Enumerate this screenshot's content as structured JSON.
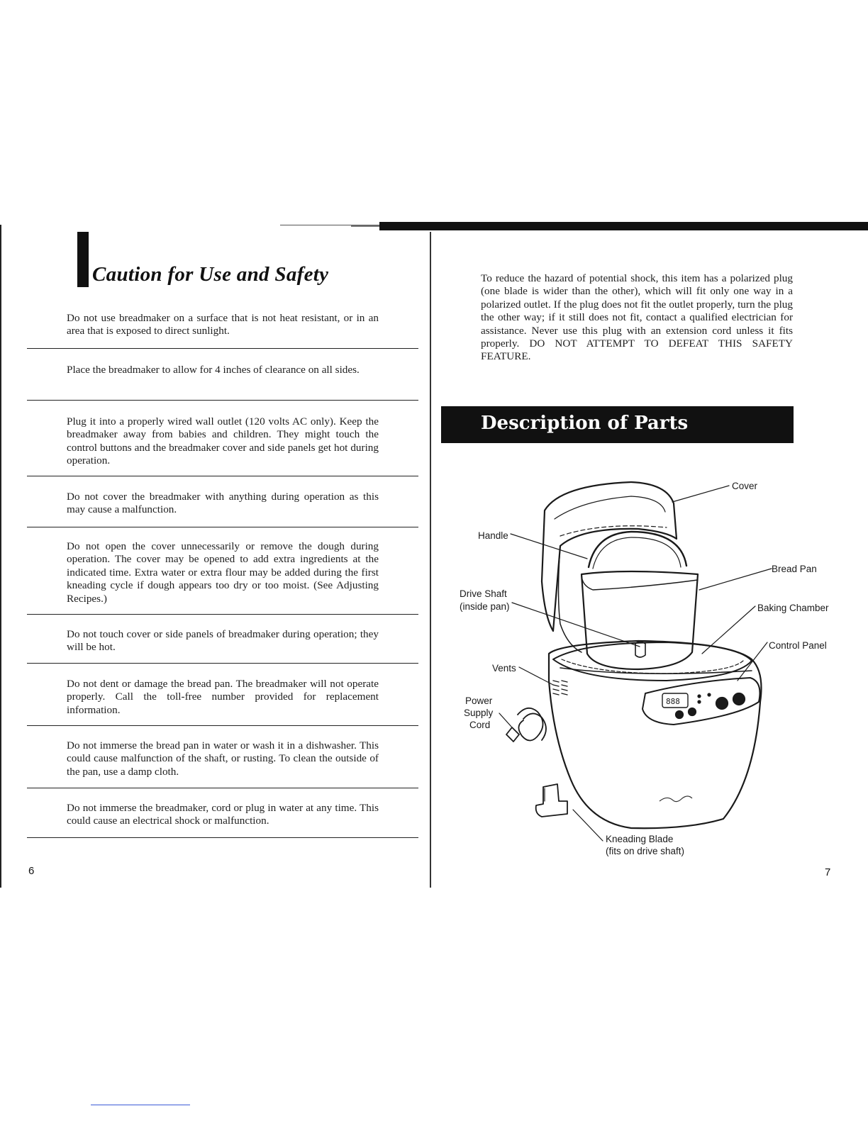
{
  "left_page": {
    "title_initial": "I",
    "title": "Caution for Use and Safety",
    "items": [
      "Do not use breadmaker on a surface that is not heat resistant, or in an area that is exposed to direct sunlight.",
      "Place the breadmaker to allow for 4 inches of clearance on all sides.",
      "Plug it into a properly wired wall outlet (120 volts AC only). Keep the breadmaker away from babies and children. They might touch the control buttons and the breadmaker cover and side panels get hot during operation.",
      "Do not cover the breadmaker with anything during operation as this may cause a malfunction.",
      "Do not open the cover unnecessarily or remove the dough during operation. The cover may be opened to add extra ingredients at the indicated time. Extra water or extra flour may be added during the first kneading cycle if dough appears too dry or too moist. (See Adjusting Recipes.)",
      "Do not touch cover or side panels of breadmaker during operation; they will be hot.",
      "Do not dent or damage the bread pan. The breadmaker will not operate properly. Call the toll-free number provided for replacement information.",
      "Do not immerse the bread pan in water or wash it in a dishwasher. This could cause malfunction of the shaft, or rusting. To clean the outside of the pan, use a damp cloth.",
      "Do not immerse the breadmaker, cord or plug in water at any time. This could cause an electrical shock or malfunction."
    ],
    "page_number": "6"
  },
  "right_page": {
    "warning": "To reduce the hazard of potential shock, this item has a polarized plug (one blade is wider than the other), which will fit only one way in a polarized outlet. If the plug does not fit the outlet properly, turn the plug the other way; if it still does not fit, contact a qualified electrician for assistance. Never use this plug with an extension cord unless it fits properly. DO NOT ATTEMPT TO DEFEAT THIS SAFETY FEATURE.",
    "section_title": "Description of Parts",
    "labels": {
      "cover": "Cover",
      "handle": "Handle",
      "bread_pan": "Bread Pan",
      "drive_shaft": "Drive Shaft",
      "drive_shaft_note": "(inside pan)",
      "baking_chamber": "Baking Chamber",
      "control_panel": "Control Panel",
      "vents": "Vents",
      "power_1": "Power",
      "power_2": "Supply",
      "power_3": "Cord",
      "kneading_blade": "Kneading Blade",
      "kneading_blade_note": "(fits on drive shaft)",
      "display_readout": "888"
    },
    "page_number": "7"
  }
}
